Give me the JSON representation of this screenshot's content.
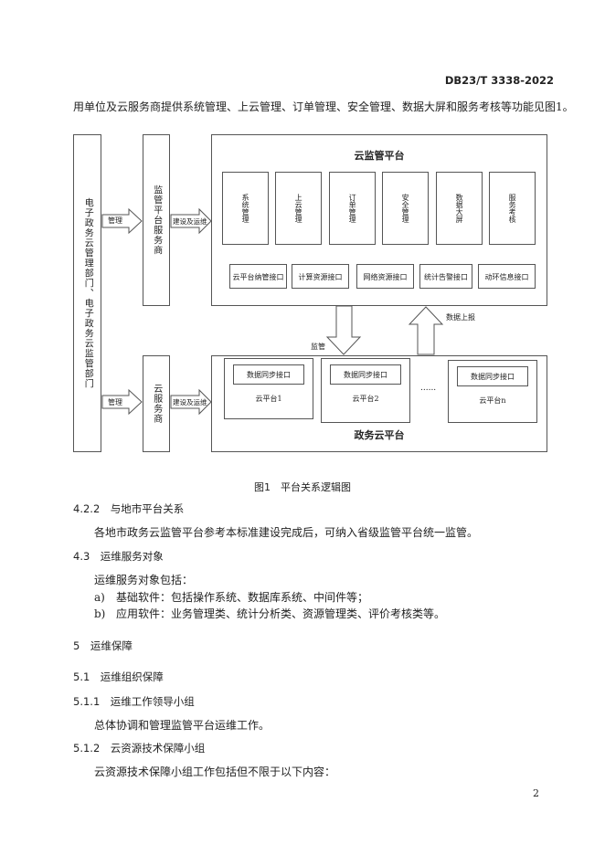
{
  "header": {
    "doc_code": "DB23/T 3338-2022"
  },
  "intro_line": "用单位及云服务商提供系统管理、上云管理、订单管理、安全管理、数据大屏和服务考核等功能见图1。",
  "figure": {
    "left_entity": "电子政务云管理部门、电子政务云监管部门",
    "supervisor_vendor": "监管平台服务商",
    "cloud_vendor": "云服务商",
    "arrow_manage_top": "管理",
    "arrow_manage_bottom": "管理",
    "arrow_build_top": "建设及运维",
    "arrow_build_bottom": "建设及运维",
    "platform_title": "云监管平台",
    "modules": [
      "系统管理",
      "上云管理",
      "订单管理",
      "安全管理",
      "数据大屏",
      "服务考核"
    ],
    "interfaces": [
      "云平台纳管接口",
      "计算资源接口",
      "网络资源接口",
      "统计告警接口",
      "动环信息接口"
    ],
    "arrow_supervise": "监管",
    "arrow_report": "数据上报",
    "gov_cloud_title": "政务云平台",
    "sync_label": "数据同步接口",
    "cloud_platforms": [
      "云平台1",
      "云平台2",
      "云平台n"
    ],
    "ellipsis": "......",
    "caption": "图1　平台关系逻辑图"
  },
  "sections": {
    "s422": {
      "num": "4.2.2",
      "title": "与地市平台关系",
      "text": "各地市政务云监管平台参考本标准建设完成后，可纳入省级监管平台统一监管。"
    },
    "s43": {
      "num": "4.3",
      "title": "运维服务对象",
      "intro": "运维服务对象包括：",
      "items": [
        {
          "mark": "a)",
          "text": "基础软件：包括操作系统、数据库系统、中间件等；"
        },
        {
          "mark": "b)",
          "text": "应用软件：业务管理类、统计分析类、资源管理类、评价考核类等。"
        }
      ]
    },
    "s5": {
      "num": "5",
      "title": "运维保障"
    },
    "s51": {
      "num": "5.1",
      "title": "运维组织保障"
    },
    "s511": {
      "num": "5.1.1",
      "title": "运维工作领导小组",
      "text": "总体协调和管理监管平台运维工作。"
    },
    "s512": {
      "num": "5.1.2",
      "title": "云资源技术保障小组",
      "text": "云资源技术保障小组工作包括但不限于以下内容："
    }
  },
  "page_number": "2"
}
